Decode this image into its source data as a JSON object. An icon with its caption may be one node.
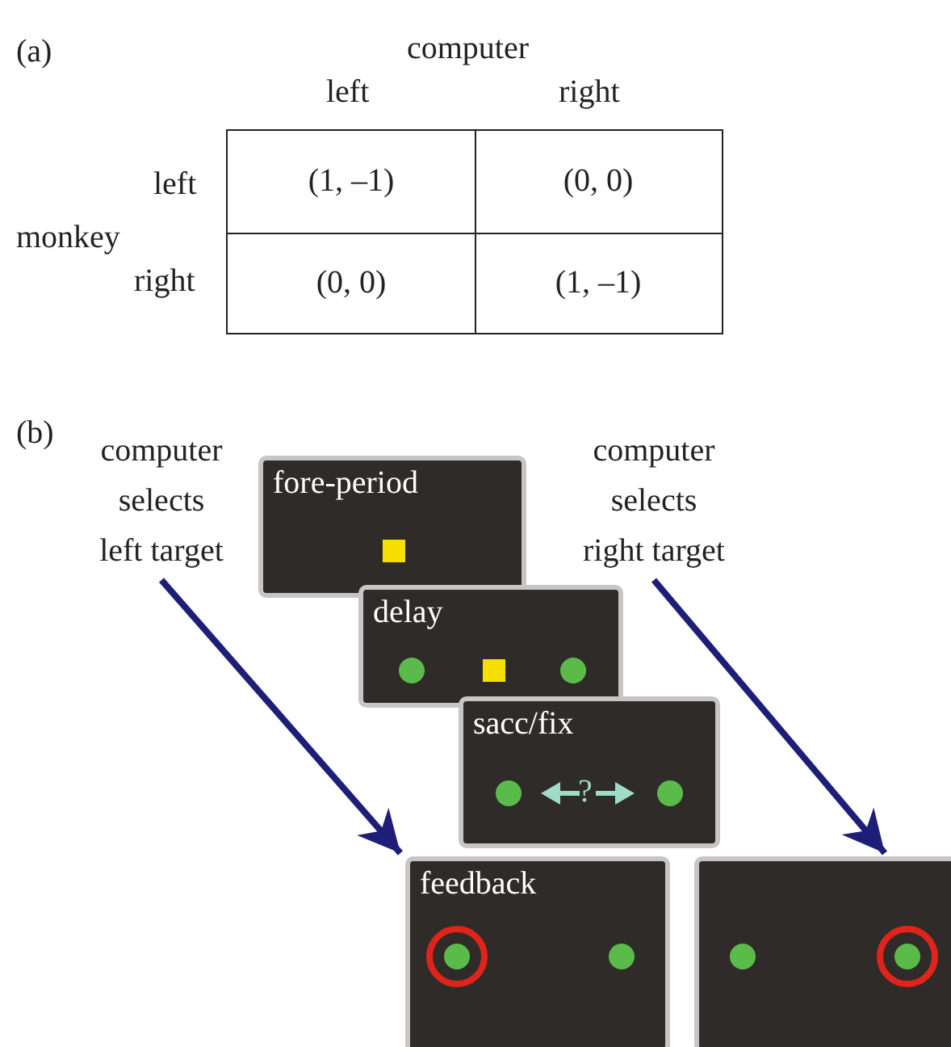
{
  "diagram": {
    "nodes": [
      {
        "text": [
          "computer selects left target"
        ]
      },
      {
        "text": [
          "fore-period"
        ]
      },
      {
        "text": [
          "computer selects right target"
        ]
      },
      {
        "text": [
          "delay"
        ]
      },
      {
        "text": [
          "sacc/fix",
          "?"
        ]
      },
      {
        "text": [
          "feedback"
        ]
      },
      {
        "text": [],
        "shape": "box"
      }
    ],
    "edges": [
      {
        "from": 0,
        "to": 5,
        "arrow": "to",
        "color": "#1e1e78"
      },
      {
        "from": 2,
        "to": 6,
        "arrow": "to",
        "color": "#1e1e78"
      }
    ],
    "labels": [
      "(a)",
      "computer",
      "left",
      "right",
      "left",
      "monkey",
      "right",
      "(1, –1)",
      "(0, 0)",
      "(0, 0)",
      "(1, –1)",
      "(b)"
    ]
  }
}
